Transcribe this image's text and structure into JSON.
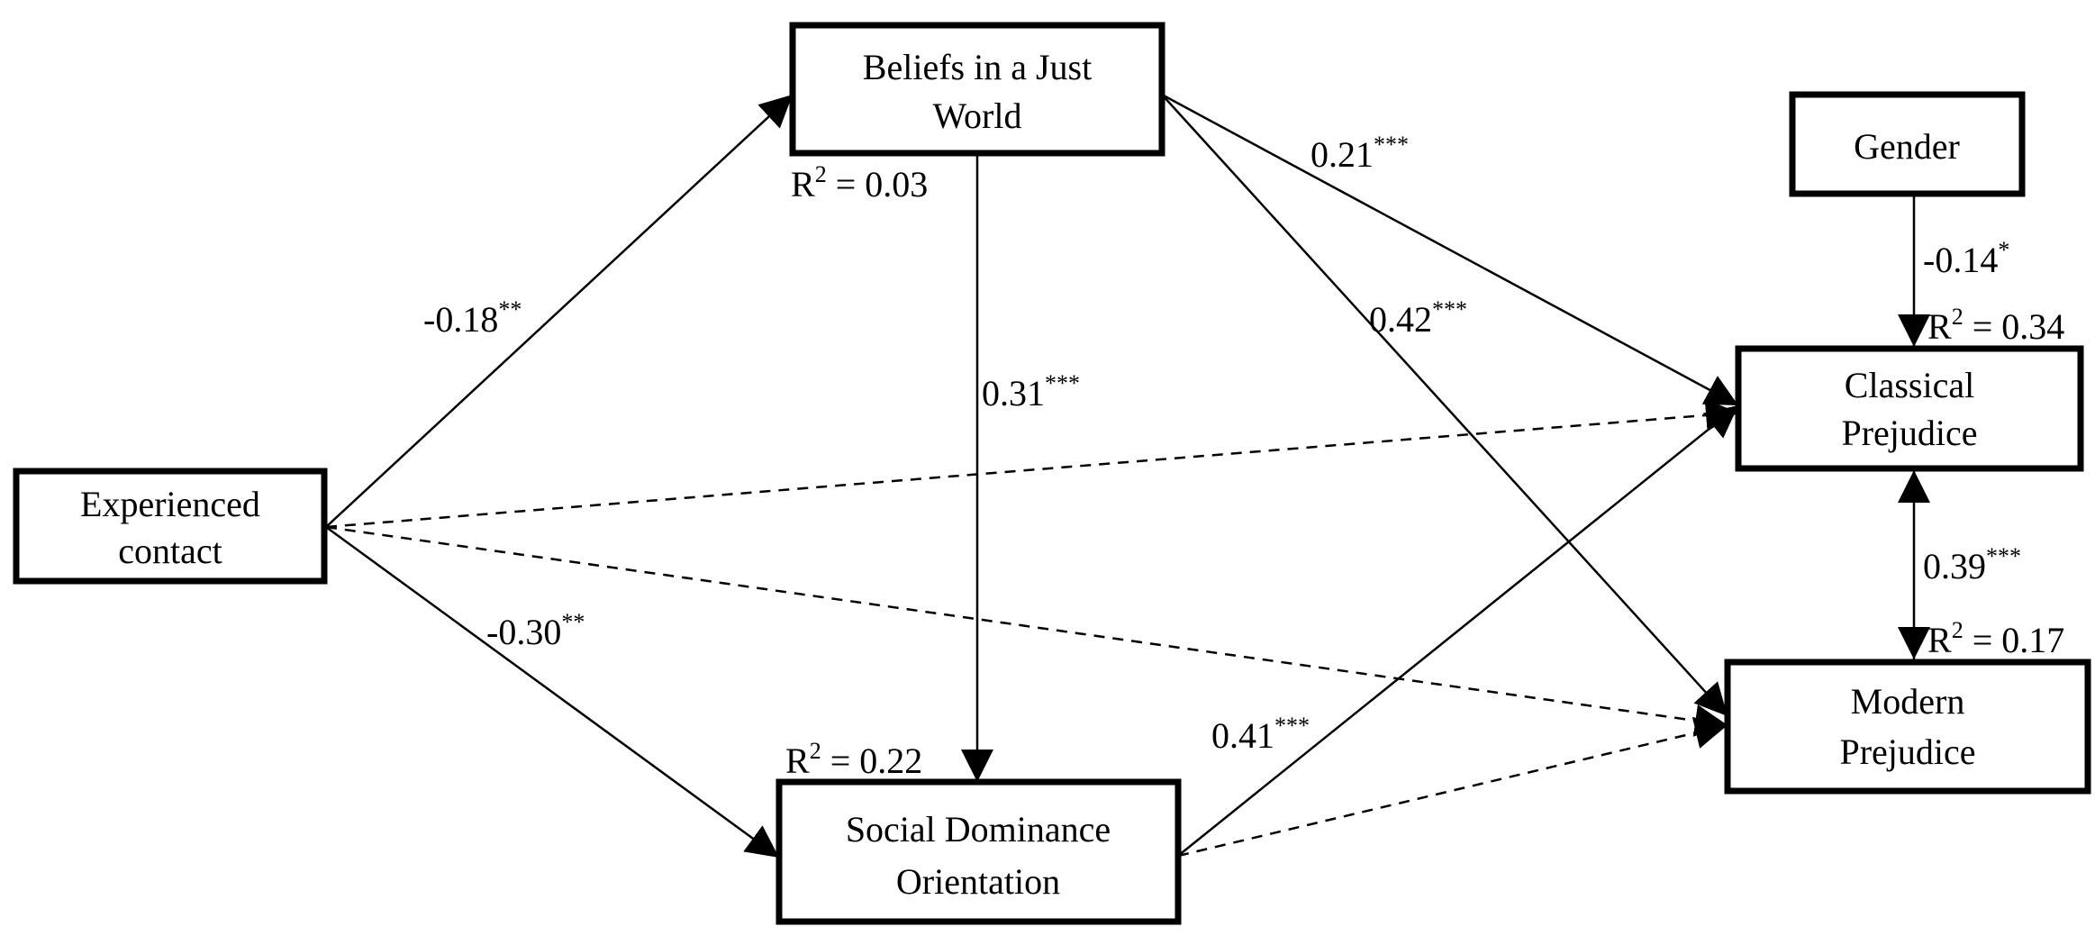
{
  "nodes": {
    "bjw": {
      "line1": "Beliefs in a Just",
      "line2": "World",
      "r2_prefix": "R",
      "r2_sup": "2",
      "r2_value": " = 0.03"
    },
    "contact": {
      "line1": "Experienced",
      "line2": "contact"
    },
    "sdo": {
      "line1": "Social Dominance",
      "line2": "Orientation",
      "r2_prefix": "R",
      "r2_sup": "2",
      "r2_value": " = 0.22"
    },
    "gender": {
      "line1": "Gender"
    },
    "classical": {
      "line1": "Classical",
      "line2": "Prejudice",
      "r2_prefix": "R",
      "r2_sup": "2",
      "r2_value": " = 0.34"
    },
    "modern": {
      "line1": "Modern",
      "line2": "Prejudice",
      "r2_prefix": "R",
      "r2_sup": "2",
      "r2_value": " = 0.17"
    }
  },
  "paths": [
    {
      "id": "contact_bjw",
      "from": "Experienced contact",
      "to": "Beliefs in a Just World",
      "coef": "-0.18",
      "stars": "**",
      "line": "solid"
    },
    {
      "id": "contact_sdo",
      "from": "Experienced contact",
      "to": "Social Dominance Orientation",
      "coef": "-0.30",
      "stars": "**",
      "line": "solid"
    },
    {
      "id": "bjw_sdo",
      "from": "Beliefs in a Just World",
      "to": "Social Dominance Orientation",
      "coef": "0.31",
      "stars": "***",
      "line": "solid"
    },
    {
      "id": "bjw_classical",
      "from": "Beliefs in a Just World",
      "to": "Classical Prejudice",
      "coef": "0.21",
      "stars": "***",
      "line": "solid"
    },
    {
      "id": "bjw_modern",
      "from": "Beliefs in a Just World",
      "to": "Modern Prejudice",
      "coef": "0.42",
      "stars": "***",
      "line": "solid"
    },
    {
      "id": "sdo_classical",
      "from": "Social Dominance Orientation",
      "to": "Classical Prejudice",
      "coef": "0.41",
      "stars": "***",
      "line": "solid"
    },
    {
      "id": "gender_classical",
      "from": "Gender",
      "to": "Classical Prejudice",
      "coef": "-0.14",
      "stars": "*",
      "line": "solid"
    },
    {
      "id": "classical_modern",
      "from": "Classical Prejudice",
      "to": "Modern Prejudice",
      "coef": "0.39",
      "stars": "***",
      "line": "solid",
      "bidirectional": true
    },
    {
      "id": "contact_classical",
      "from": "Experienced contact",
      "to": "Classical Prejudice",
      "coef": "",
      "stars": "",
      "line": "dashed"
    },
    {
      "id": "contact_modern",
      "from": "Experienced contact",
      "to": "Modern Prejudice",
      "coef": "",
      "stars": "",
      "line": "dashed"
    },
    {
      "id": "sdo_modern",
      "from": "Social Dominance Orientation",
      "to": "Modern Prejudice",
      "coef": "",
      "stars": "",
      "line": "dashed"
    }
  ]
}
